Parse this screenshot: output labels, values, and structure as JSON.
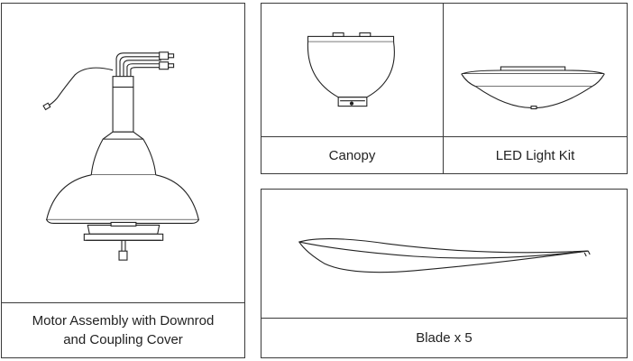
{
  "parts": {
    "motor": {
      "caption_line1": "Motor Assembly with Downrod",
      "caption_line2": "and Coupling Cover"
    },
    "canopy": {
      "caption": "Canopy"
    },
    "light_kit": {
      "caption": "LED Light Kit"
    },
    "blade": {
      "caption": "Blade x 5"
    }
  }
}
